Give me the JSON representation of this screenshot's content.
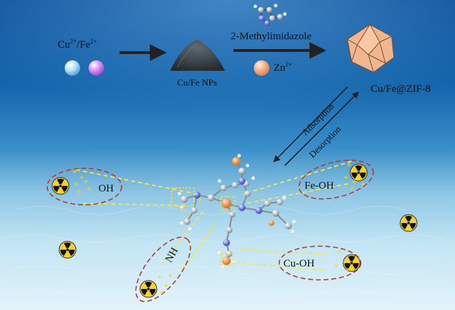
{
  "synthesis": {
    "ion_cu": "Cu",
    "ion_cu_charge": "2+",
    "ion_sep": "/",
    "ion_fe": "Fe",
    "ion_fe_charge": "2+",
    "nps_label": "Cu/Fe NPs",
    "linker_label": "2-Methylimidazole",
    "zn_label": "Zn",
    "zn_charge": "2+",
    "product_label": "Cu/Fe@ZIF-8"
  },
  "process": {
    "adsorption_label": "Adsorption",
    "desorption_label": "Desorption"
  },
  "binding_sites": {
    "oh_label": "OH",
    "fe_oh_label": "Fe-OH",
    "nh_label": "NH",
    "cu_oh_label": "Cu-OH"
  },
  "colors": {
    "water_top": "#0b4d98",
    "water_mid": "#2c86c6",
    "water_bottom": "#d6eef7",
    "arrow": "#222222",
    "dashed_link": "#f2e84a",
    "ellipse": "#b23a3a",
    "zn_ion": "#f6a979",
    "product_crystal": "#f0b78e",
    "radiation_symbol": "#f4d22a"
  },
  "icons": [
    "cu-ion-sphere",
    "fe-ion-sphere",
    "nanoparticle-pile",
    "methylimidazole-molecule",
    "zn-ion-sphere",
    "rhombic-dodecahedron-crystal",
    "radiation-icon",
    "zif8-molecular-model"
  ]
}
